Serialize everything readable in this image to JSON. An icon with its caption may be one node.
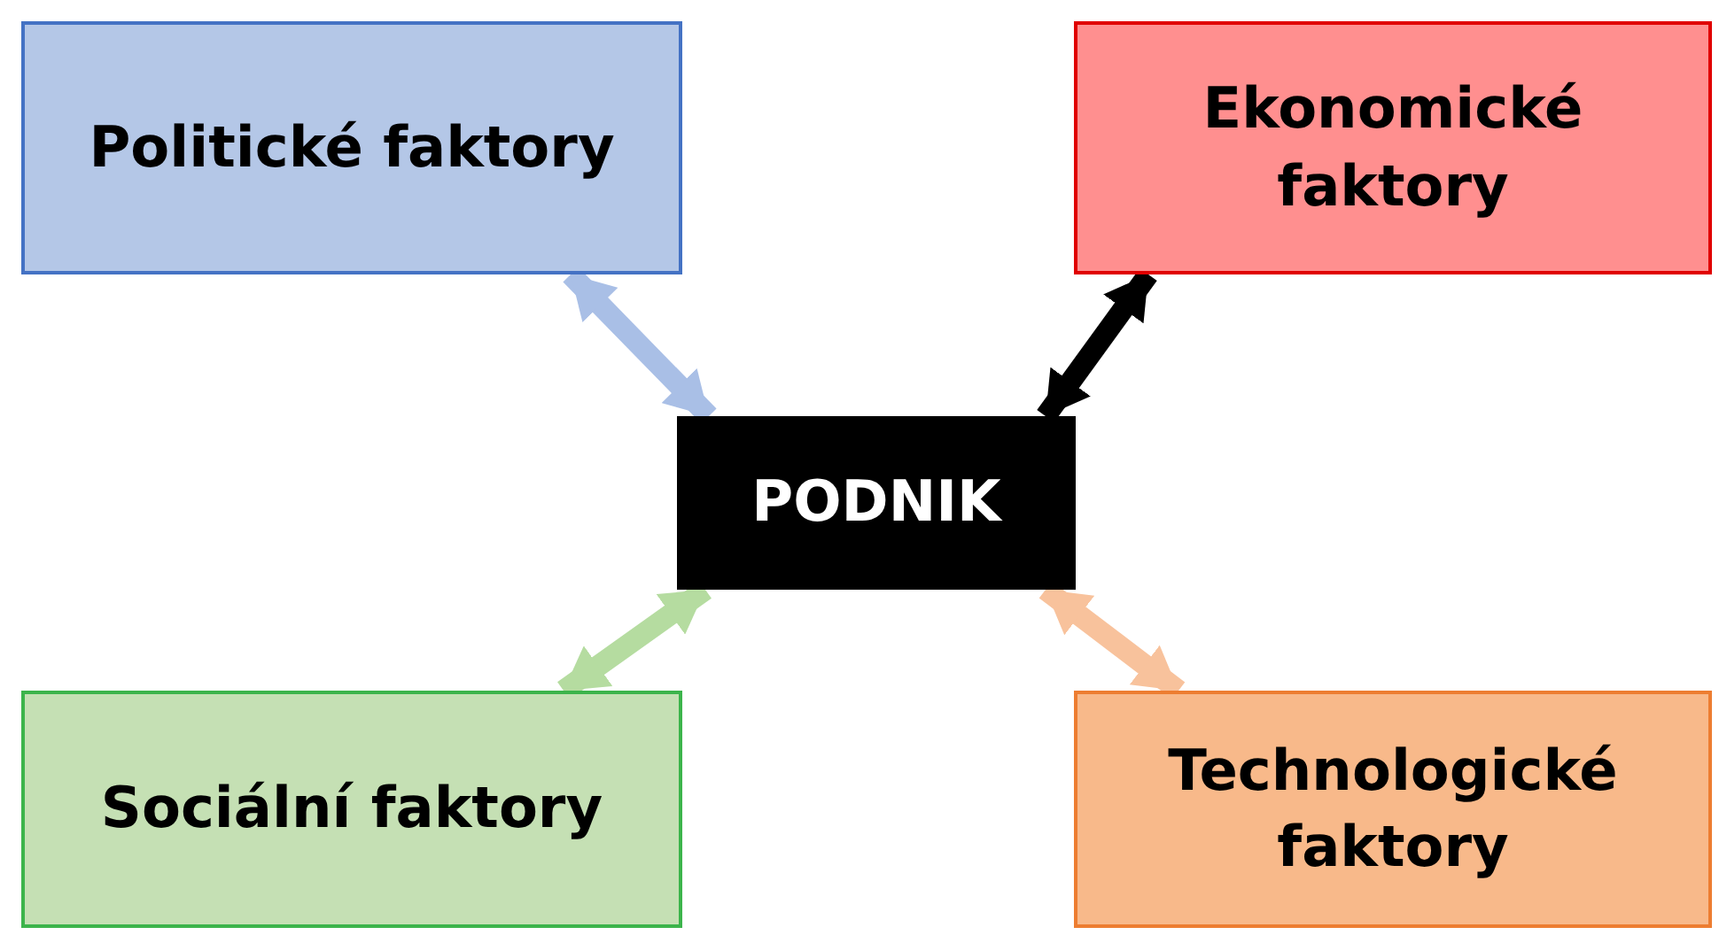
{
  "diagram": {
    "nodes": [
      {
        "text": [
          "Politické faktory"
        ]
      },
      {
        "text": [
          "Ekonomické faktory"
        ]
      },
      {
        "text": [
          "PODNIK"
        ]
      },
      {
        "text": [
          "Sociální faktory"
        ]
      },
      {
        "text": [
          "Technologické faktory"
        ]
      }
    ],
    "edges": [
      {
        "from": 0,
        "to": 2,
        "arrow": "both",
        "color": "#a9bfe6"
      },
      {
        "from": 1,
        "to": 2,
        "arrow": "both",
        "color": "#000000"
      },
      {
        "from": 2,
        "to": 3,
        "arrow": "both",
        "color": "#b5dca0"
      },
      {
        "from": 2,
        "to": 4,
        "arrow": "both",
        "color": "#f8c29c"
      }
    ]
  }
}
